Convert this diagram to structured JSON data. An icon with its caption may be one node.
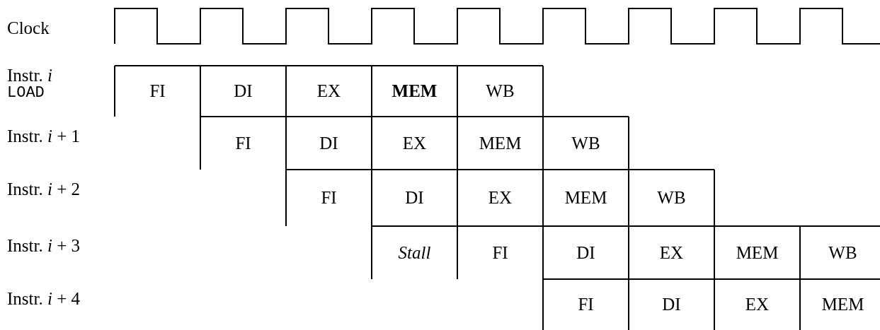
{
  "diagram": {
    "labels": [
      "Clock",
      "Instr. *i*",
      "LOAD",
      "FI",
      "DI",
      "EX",
      "MEM",
      "WB",
      "Instr. *i* + 1",
      "FI",
      "DI",
      "EX",
      "MEM",
      "WB",
      "Instr. *i* + 2",
      "FI",
      "DI",
      "EX",
      "MEM",
      "WB",
      "Instr. *i* + 3",
      "Stall",
      "FI",
      "DI",
      "EX",
      "MEM",
      "WB",
      "Instr. *i* + 4",
      "FI",
      "DI",
      "EX",
      "MEM"
    ]
  }
}
